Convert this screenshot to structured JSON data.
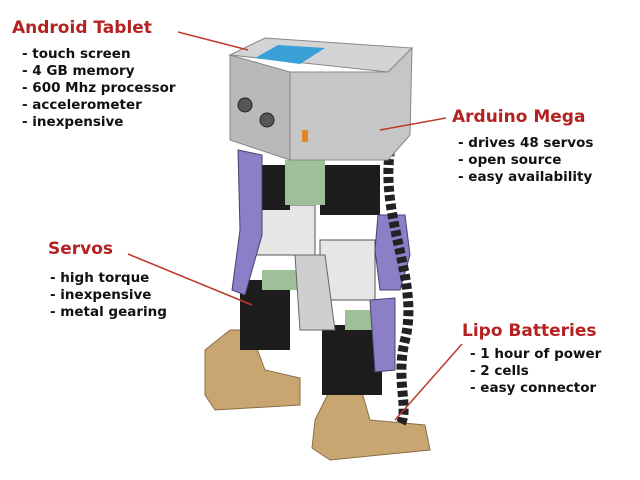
{
  "labels": [
    {
      "id": "android-tablet",
      "title": "Android Tablet",
      "items": [
        "- touch screen",
        "- 4 GB memory",
        "- 600 Mhz processor",
        "- accelerometer",
        "- inexpensive"
      ]
    },
    {
      "id": "arduino-mega",
      "title": "Arduino Mega",
      "items": [
        "- drives 48 servos",
        "- open source",
        "- easy availability"
      ]
    },
    {
      "id": "servos",
      "title": "Servos",
      "items": [
        "- high torque",
        "- inexpensive",
        "- metal gearing"
      ]
    },
    {
      "id": "lipo-batteries",
      "title": "Lipo Batteries",
      "items": [
        "- 1 hour of power",
        "- 2 cells",
        "- easy connector"
      ]
    }
  ],
  "colors": {
    "title": "#b42222",
    "leader": "#c0392b",
    "body": "#b9b9bb",
    "screen": "#3aa0d8",
    "servo": "#1c1c1c",
    "bracket": "#8c7fc8",
    "foot": "#c9a571",
    "green": "#9fbf98"
  }
}
